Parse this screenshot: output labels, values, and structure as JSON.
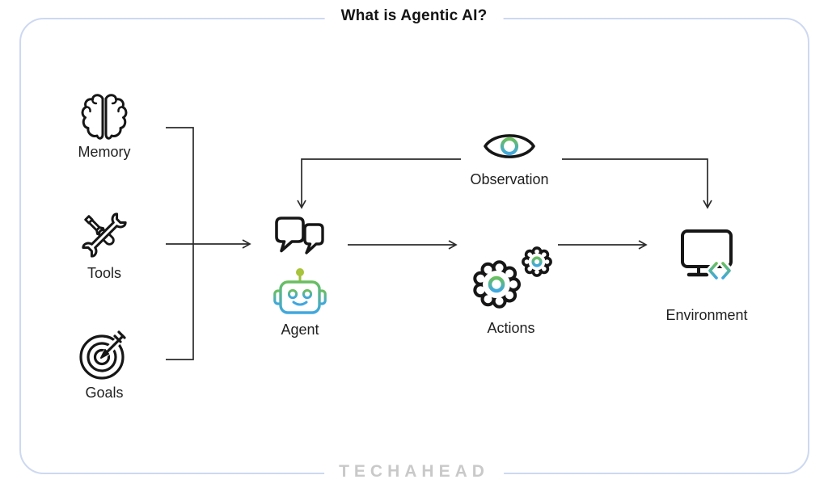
{
  "title": "What is Agentic AI?",
  "footer": {
    "brand": "TECHAHEAD"
  },
  "nodes": {
    "memory": {
      "label": "Memory",
      "icon": "brain-icon"
    },
    "tools": {
      "label": "Tools",
      "icon": "wrench-screwdriver-icon"
    },
    "goals": {
      "label": "Goals",
      "icon": "target-dart-icon"
    },
    "agent": {
      "label": "Agent",
      "icon": "chat-bubbles-robot-icon"
    },
    "observation": {
      "label": "Observation",
      "icon": "eye-icon"
    },
    "actions": {
      "label": "Actions",
      "icon": "gears-icon"
    },
    "environment": {
      "label": "Environment",
      "icon": "monitor-code-icon"
    }
  },
  "edges": [
    {
      "from": "memory",
      "to": "agent"
    },
    {
      "from": "tools",
      "to": "agent"
    },
    {
      "from": "goals",
      "to": "agent"
    },
    {
      "from": "agent",
      "to": "actions"
    },
    {
      "from": "actions",
      "to": "environment"
    },
    {
      "from": "observation",
      "to": "agent"
    },
    {
      "from": "observation",
      "to": "environment"
    }
  ],
  "colors": {
    "accent_green": "#6abf5e",
    "accent_blue": "#3fa7e0",
    "antenna_olive": "#a8c33c",
    "line": "#2b2b2b",
    "icon_outline": "#161616",
    "frame_border": "#cdd9f1",
    "brand_gray": "#c9c9c9"
  }
}
